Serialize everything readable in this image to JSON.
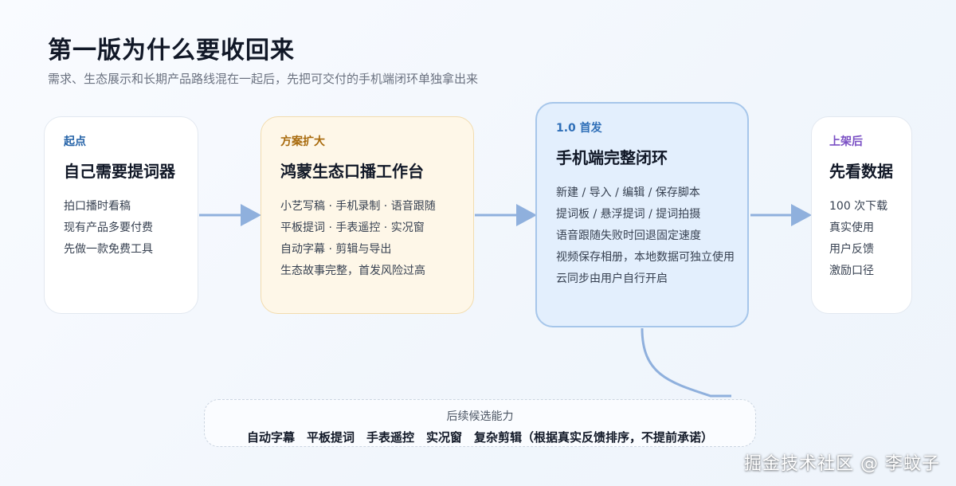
{
  "title": "第一版为什么要收回来",
  "subtitle": "需求、生态展示和长期产品路线混在一起后，先把可交付的手机端闭环单独拿出来",
  "cards": {
    "start": {
      "tag": "起点",
      "heading": "自己需要提词器",
      "lines": [
        "拍口播时看稿",
        "现有产品多要付费",
        "先做一款免费工具"
      ]
    },
    "expand": {
      "tag": "方案扩大",
      "heading": "鸿蒙生态口播工作台",
      "lines": [
        "小艺写稿 · 手机录制 · 语音跟随",
        "平板提词 · 手表遥控 · 实况窗",
        "自动字幕 · 剪辑与导出",
        "生态故事完整，首发风险过高"
      ]
    },
    "first": {
      "tag": "1.0 首发",
      "heading": "手机端完整闭环",
      "lines": [
        "新建 / 导入 / 编辑 / 保存脚本",
        "提词板 / 悬浮提词 / 提词拍摄",
        "语音跟随失败时回退固定速度",
        "视频保存相册，本地数据可独立使用",
        "云同步由用户自行开启"
      ]
    },
    "after": {
      "tag": "上架后",
      "heading": "先看数据",
      "lines": [
        "100 次下载",
        "真实使用",
        "用户反馈",
        "激励口径"
      ]
    }
  },
  "future": {
    "title": "后续候选能力",
    "items": "自动字幕　平板提词　手表遥控　实况窗　复杂剪辑（根据真实反馈排序，不提前承诺）"
  },
  "watermark": "掘金技术社区 @ 李蚊子",
  "colors": {
    "arrow": "#8fb0dd",
    "start_tag": "#2563a8",
    "expand_tag": "#a86a0c",
    "first_tag": "#2f6fb8",
    "after_tag": "#7a4fc4"
  }
}
